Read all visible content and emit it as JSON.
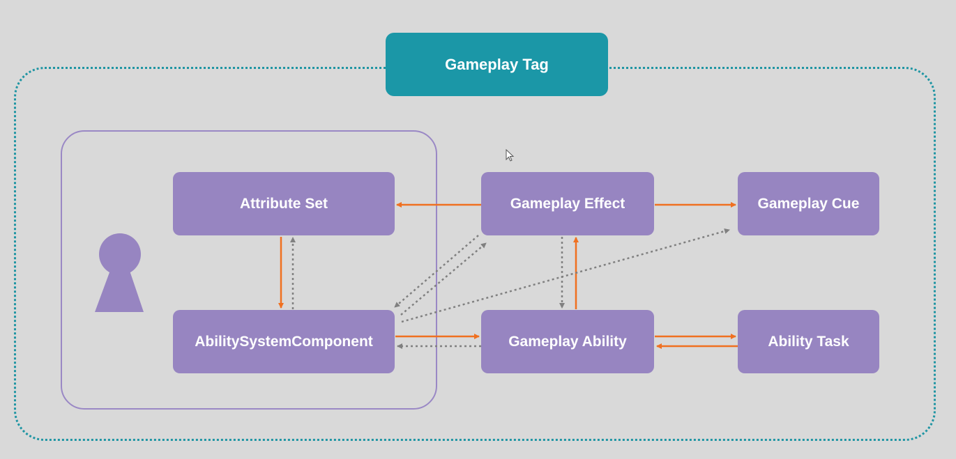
{
  "diagram": {
    "tag_label": "Gameplay Tag",
    "nodes": {
      "attribute_set": "Attribute Set",
      "ability_system_component": "AbilitySystemComponent",
      "gameplay_effect": "Gameplay Effect",
      "gameplay_ability": "Gameplay Ability",
      "gameplay_cue": "Gameplay Cue",
      "ability_task": "Ability Task"
    },
    "icons": {
      "actor": "person-keyhole-icon",
      "cursor": "mouse-cursor-icon"
    },
    "colors": {
      "background": "#d9d9d9",
      "tag_fill": "#1b97a7",
      "node_fill": "#9785c1",
      "actor_outline": "#9a88c5",
      "solid_arrow": "#f07020",
      "dotted_arrow": "#808080"
    }
  }
}
